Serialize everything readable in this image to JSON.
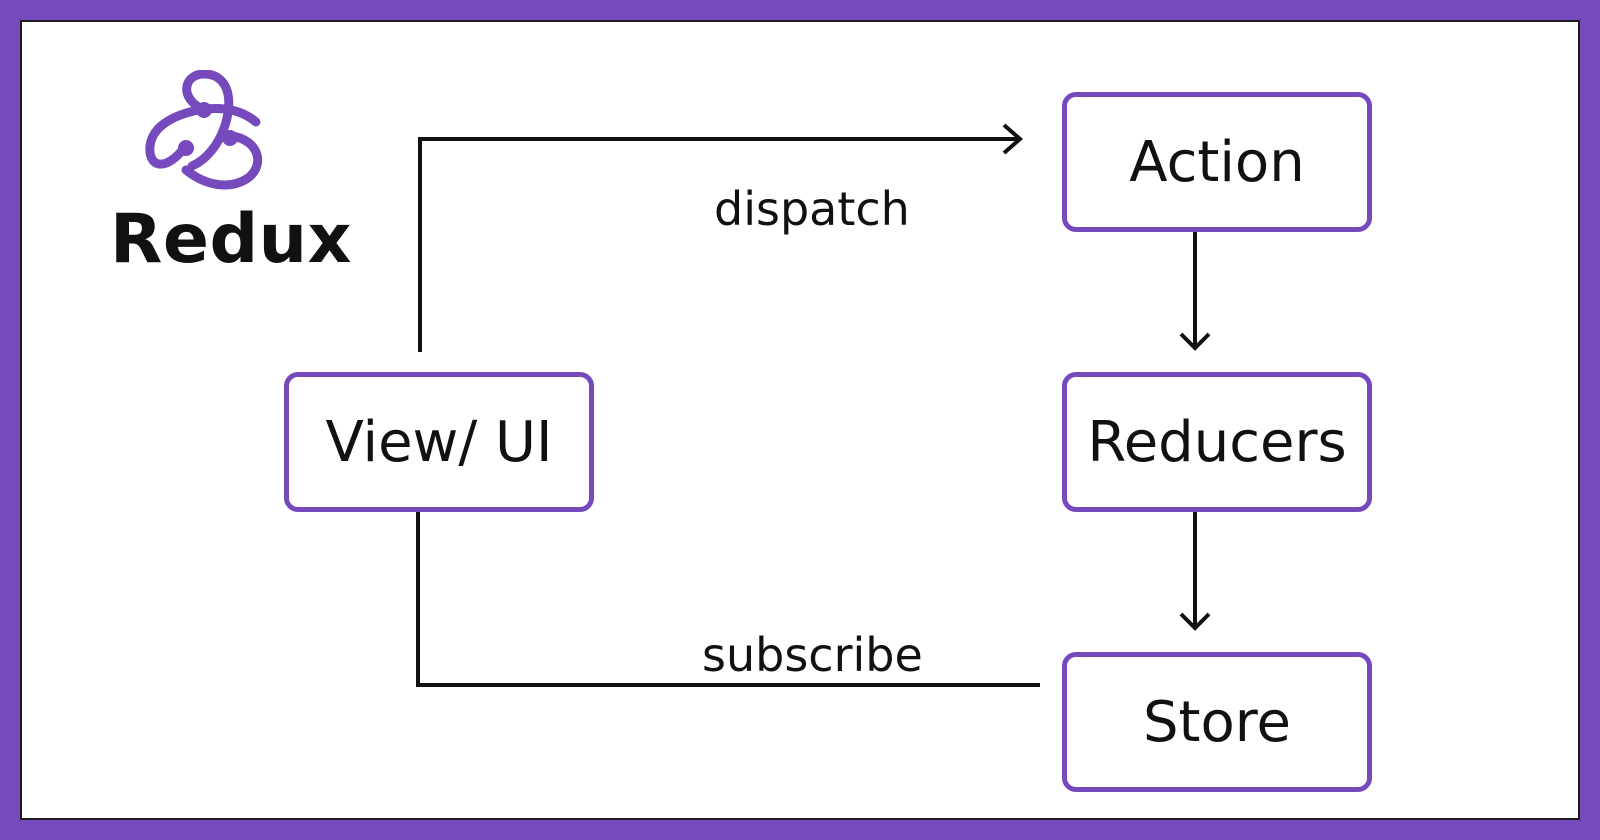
{
  "brand": {
    "name": "Redux",
    "icon": "redux-logo-icon",
    "accent_color": "#764abc"
  },
  "nodes": {
    "view": "View/ UI",
    "action": "Action",
    "reducers": "Reducers",
    "store": "Store"
  },
  "edges": {
    "dispatch": "dispatch",
    "subscribe": "subscribe"
  }
}
